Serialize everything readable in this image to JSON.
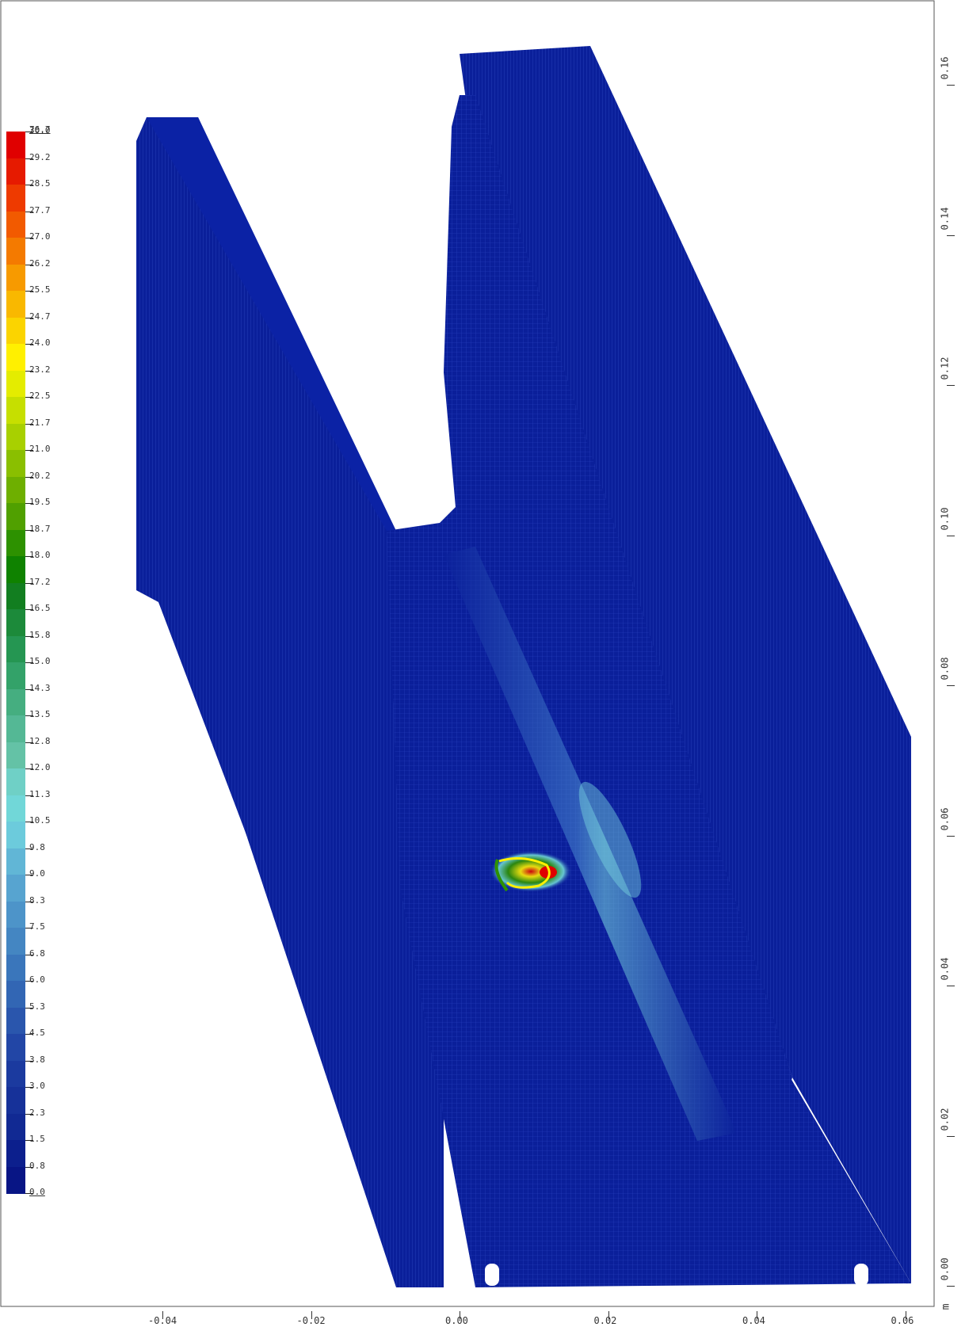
{
  "legend": {
    "max_label": "76.7",
    "labels": [
      "30.0",
      "29.2",
      "28.5",
      "27.7",
      "27.0",
      "26.2",
      "25.5",
      "24.7",
      "24.0",
      "23.2",
      "22.5",
      "21.7",
      "21.0",
      "20.2",
      "19.5",
      "18.7",
      "18.0",
      "17.2",
      "16.5",
      "15.8",
      "15.0",
      "14.3",
      "13.5",
      "12.8",
      "12.0",
      "11.3",
      "10.5",
      "9.8",
      "9.0",
      "8.3",
      "7.5",
      "6.8",
      "6.0",
      "5.3",
      "4.5",
      "3.8",
      "3.0",
      "2.3",
      "1.5",
      "0.8",
      "0.0"
    ],
    "colors": [
      "#e00000",
      "#e61a00",
      "#ee3a00",
      "#f25a00",
      "#f47a00",
      "#f79a00",
      "#f9b800",
      "#fbd400",
      "#fff000",
      "#e4ec00",
      "#c6df00",
      "#a8d000",
      "#8abf00",
      "#6eaf00",
      "#50a000",
      "#2d9100",
      "#0f8200",
      "#127e20",
      "#1c8a3a",
      "#259652",
      "#33a269",
      "#45ae80",
      "#54b895",
      "#64c2a6",
      "#6fd0c6",
      "#71d7d8",
      "#6ccbdc",
      "#61b6d6",
      "#57a4d0",
      "#4d94c9",
      "#4486c2",
      "#3a76bb",
      "#3266b4",
      "#2a56ad",
      "#2246a6",
      "#1b3a9f",
      "#163199",
      "#112993",
      "#0c1f8d",
      "#081585",
      "#000e7a"
    ]
  },
  "x_axis": {
    "ticks": [
      "-0.04",
      "-0.02",
      "0.00",
      "0.02",
      "0.04",
      "0.06"
    ]
  },
  "y_axis": {
    "ticks": [
      "0.00",
      "0.02",
      "0.04",
      "0.06",
      "0.08",
      "0.10",
      "0.12",
      "0.14",
      "0.16"
    ],
    "unit": "m"
  },
  "colors": {
    "mesh_blue": "#0a1f9a",
    "mesh_dark": "#061480",
    "hotspot_red": "#e00000",
    "hotspot_yellow": "#fff000",
    "hotspot_cyan": "#71d7d8"
  }
}
